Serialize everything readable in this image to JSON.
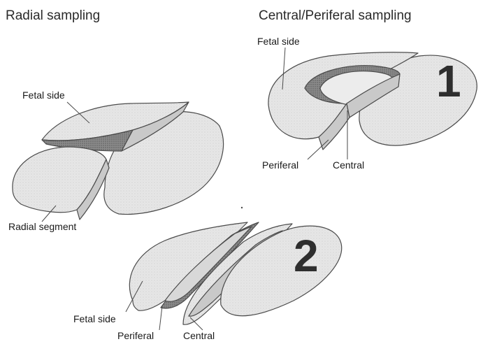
{
  "headings": {
    "radial": "Radial sampling",
    "central_peripheral": "Central/Periferal sampling"
  },
  "labels": {
    "radial_fetal_side": "Fetal side",
    "radial_segment": "Radial segment",
    "cp1_fetal_side": "Fetal side",
    "cp1_peripheral": "Periferal",
    "cp1_central": "Central",
    "cp2_fetal_side": "Fetal side",
    "cp2_peripheral": "Periferal",
    "cp2_central": "Central"
  },
  "numerals": {
    "method_1": "1",
    "method_2": "2"
  },
  "colors": {
    "disc_fill": "#e4e4e4",
    "cut_face": "#c9c9c9",
    "tissue_dark": "#7a7a7a",
    "outline": "#4a4a4a"
  }
}
